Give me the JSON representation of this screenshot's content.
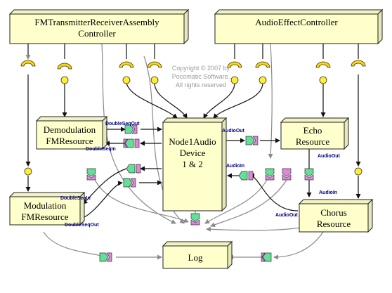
{
  "boxes": {
    "fm_controller": {
      "line1": "FMTransmitterReceiverAssembly",
      "line2": "Controller"
    },
    "audio_controller": {
      "line1": "AudioEffectController"
    },
    "demodulation": {
      "line1": "Demodulation",
      "line2": "FMResource"
    },
    "node_audio": {
      "line1": "Node1Audio",
      "line2": "Device",
      "line3": "1 & 2"
    },
    "echo": {
      "line1": "Echo",
      "line2": "Resource"
    },
    "modulation": {
      "line1": "Modulation",
      "line2": "FMResource"
    },
    "chorus": {
      "line1": "Chorus",
      "line2": "Resource"
    },
    "log": {
      "line1": "Log"
    }
  },
  "ports": {
    "demod_out": "DoubleSeqOut",
    "demod_in": "DoubleSeqIn",
    "node_audio_out": "AudioOut",
    "node_audio_in": "AudioIn",
    "echo_out": "AudioOut",
    "chorus_in": "AudioIn",
    "chorus_out": "AudioOut",
    "mod_in": "DoubleSeqIn",
    "mod_out": "DoubleSeqOut"
  },
  "copyright": {
    "line1": "Copyright © 2007 by",
    "line2": "Pocomatic Software.",
    "line3": "All rights reserved"
  },
  "colors": {
    "box": "#ffffcc",
    "socket": "#ffd700",
    "port_green": "#66dd99",
    "port_pink": "#dd88dd",
    "gray_wire": "#8a8a8a"
  }
}
